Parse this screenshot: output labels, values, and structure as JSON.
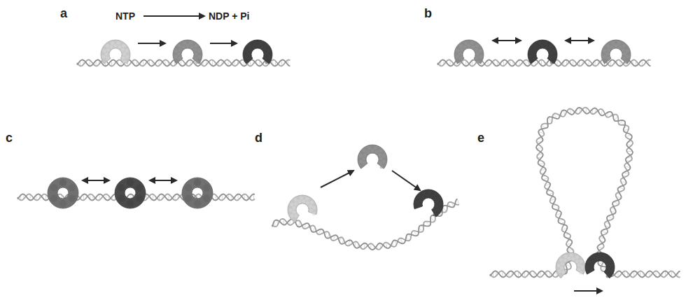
{
  "diagram": {
    "labels": [
      "a",
      "NTP",
      "NDP + Pi",
      "b",
      "c",
      "d",
      "e"
    ]
  }
}
